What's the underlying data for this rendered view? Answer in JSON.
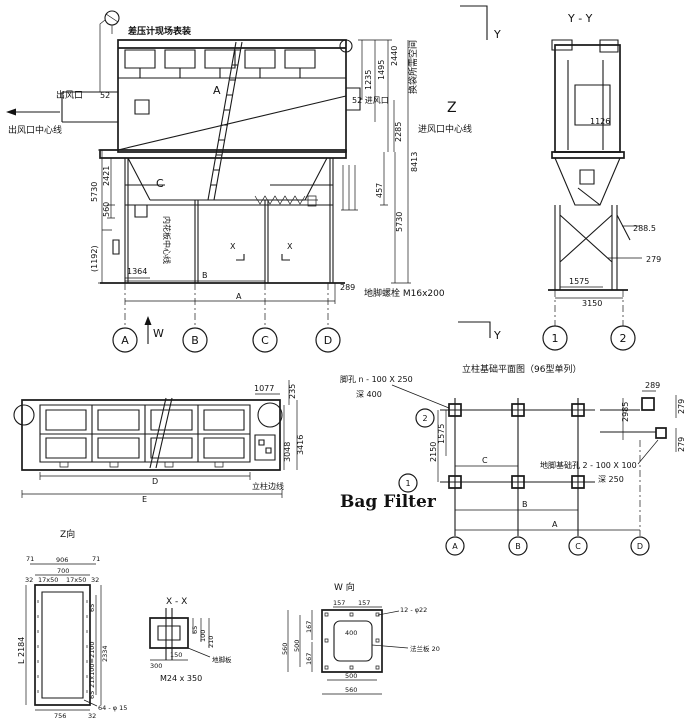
{
  "elevation": {
    "gauge_note": "差压计现场表装",
    "outlet": "出风口",
    "outlet_offset": "52",
    "outlet_centerline": "出风口中心线",
    "section_a": "A",
    "inlet": "52 进风口",
    "inlet_centerline": "进风口中心线",
    "bag_change_space": "换袋所需空间",
    "hopper_c": "C",
    "tube_centerline": "内花板中心线",
    "view_x_left": "X",
    "view_x_right": "X",
    "view_z": "Z",
    "view_y_top": "Y",
    "view_y_bottom": "Y",
    "view_w": "W",
    "anchor_bolt": "地脚螺栓 M16x200",
    "dim_b": "B",
    "dim_a": "A",
    "dims_right": [
      "1235",
      "1495",
      "2440",
      "2285",
      "457",
      "8413",
      "5730"
    ],
    "dims_left": [
      "5730",
      "2421",
      "560",
      "(1192)"
    ],
    "dims_bottom": [
      "1364",
      "289"
    ],
    "axes": [
      "A",
      "B",
      "C",
      "D"
    ]
  },
  "section_yy": {
    "title": "Y - Y",
    "dims": [
      "1126",
      "288.5",
      "279",
      "1575",
      "3150"
    ],
    "axes": [
      "1",
      "2"
    ]
  },
  "plan": {
    "dims": [
      "1077",
      "235",
      "3048",
      "3416"
    ],
    "dim_d": "D",
    "dim_e": "E",
    "column_edge": "立柱边线"
  },
  "foundation": {
    "title": "立柱基础平面图（96型单列）",
    "pit_note": "脚孔 n - 100 X 250",
    "pit_depth": "深 400",
    "anchor_note": "地脚基础孔 2 - 100 X 100",
    "anchor_depth": "深 250",
    "dims": [
      "1575",
      "2150",
      "2985",
      "289",
      "279",
      "279"
    ],
    "spans": [
      "C",
      "B",
      "A"
    ],
    "axes_letters": [
      "A",
      "B",
      "C",
      "D"
    ],
    "axes_numbers": [
      "1",
      "2"
    ]
  },
  "caption": "Bag Filter",
  "view_z": {
    "title": "Z向",
    "dims": [
      "71",
      "906",
      "71",
      "700",
      "32",
      "17x50",
      "17x50",
      "32",
      "L 2184",
      "21x100=2100",
      "2334",
      "65",
      "65",
      "756",
      "32"
    ],
    "holes": "64 - φ 15"
  },
  "section_xx": {
    "title": "X - X",
    "dims": [
      "300",
      "150",
      "65",
      "100",
      "210"
    ],
    "plate": "地脚板",
    "bolt": "M24 x 350"
  },
  "view_w": {
    "title": "W 向",
    "dims": [
      "157",
      "157",
      "400",
      "560",
      "500",
      "167",
      "167",
      "500",
      "560"
    ],
    "holes": "12 - φ22",
    "flange": "法兰板 20"
  }
}
